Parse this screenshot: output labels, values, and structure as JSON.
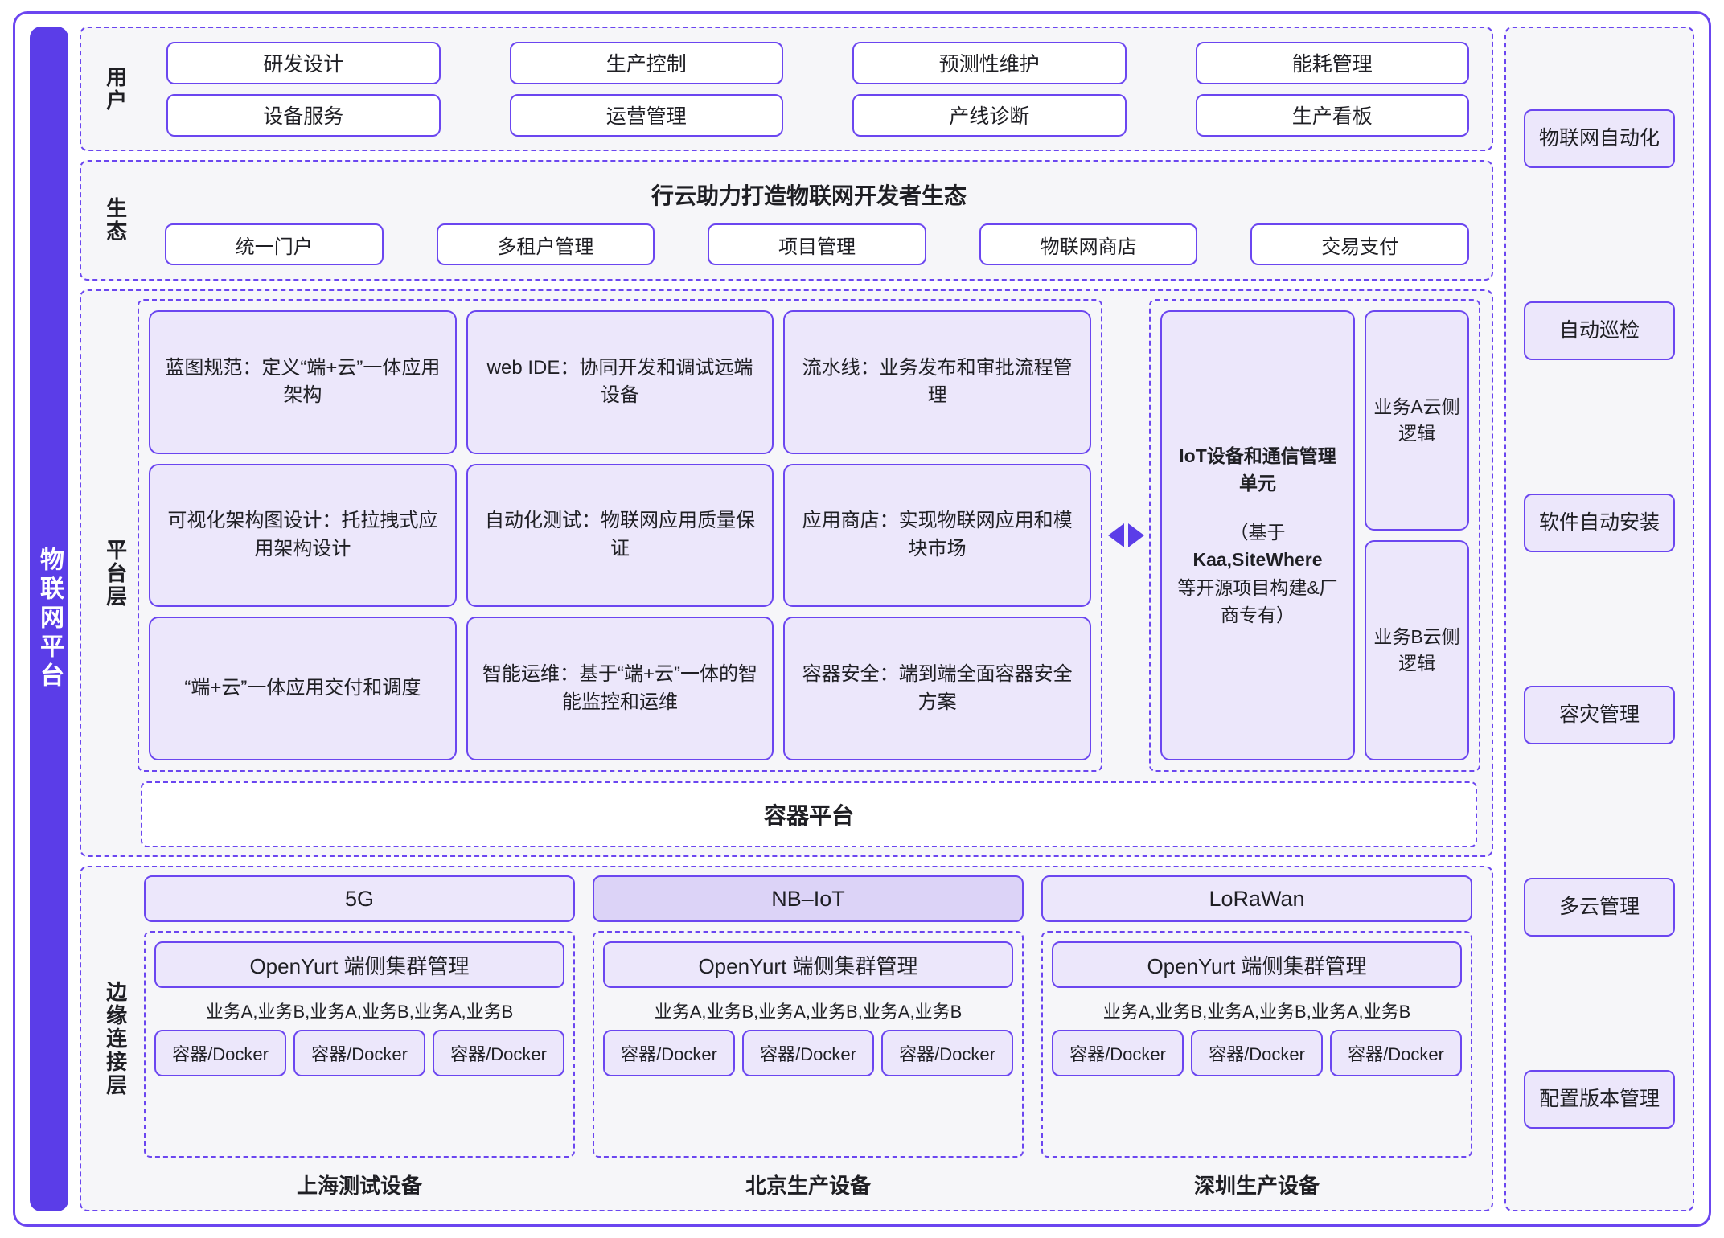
{
  "spine": {
    "label": "物联网平台"
  },
  "sections": {
    "user": {
      "label": "用户",
      "items": [
        "研发设计",
        "生产控制",
        "预测性维护",
        "能耗管理",
        "设备服务",
        "运营管理",
        "产线诊断",
        "生产看板"
      ]
    },
    "ecosystem": {
      "label": "生态",
      "title": "行云助力打造物联网开发者生态",
      "items": [
        "统一门户",
        "多租户管理",
        "项目管理",
        "物联网商店",
        "交易支付"
      ]
    },
    "platform": {
      "label": "平台层",
      "cards": [
        "蓝图规范：定义“端+云”一体应用架构",
        "web IDE：协同开发和调试远端设备",
        "流水线：业务发布和审批流程管理",
        "可视化架构图设计：托拉拽式应用架构设计",
        "自动化测试：物联网应用质量保证",
        "应用商店：实现物联网应用和模块市场",
        "“端+云”一体应用交付和调度",
        "智能运维：基于“端+云”一体的智能监控和运维",
        "容器安全：端到端全面容器安全方案"
      ],
      "iot_unit": {
        "title": "IoT设备和通信管理单元",
        "sub_prefix": "（基于",
        "sub_bold": "Kaa,SiteWhere",
        "sub_suffix": "等开源项目构建&厂商专有）"
      },
      "business": [
        "业务A云侧逻辑",
        "业务B云侧逻辑"
      ],
      "container_platform": "容器平台",
      "connector": "bidirectional-arrows"
    },
    "edge": {
      "label": "边缘连接层",
      "columns": [
        {
          "network": "5G",
          "network_highlight": false,
          "cluster": "OpenYurt 端侧集群管理",
          "business_line": "业务A,业务B,业务A,业务B,业务A,业务B",
          "containers": [
            "容器/Docker",
            "容器/Docker",
            "容器/Docker"
          ],
          "device_label": "上海测试设备"
        },
        {
          "network": "NB–IoT",
          "network_highlight": true,
          "cluster": "OpenYurt 端侧集群管理",
          "business_line": "业务A,业务B,业务A,业务B,业务A,业务B",
          "containers": [
            "容器/Docker",
            "容器/Docker",
            "容器/Docker"
          ],
          "device_label": "北京生产设备"
        },
        {
          "network": "LoRaWan",
          "network_highlight": false,
          "cluster": "OpenYurt 端侧集群管理",
          "business_line": "业务A,业务B,业务A,业务B,业务A,业务B",
          "containers": [
            "容器/Docker",
            "容器/Docker",
            "容器/Docker"
          ],
          "device_label": "深圳生产设备"
        }
      ]
    }
  },
  "rail": {
    "items": [
      "物联网自动化",
      "自动巡检",
      "软件自动安装",
      "容灾管理",
      "多云管理",
      "配置版本管理"
    ]
  },
  "colors": {
    "accent": "#5B3DE8",
    "border": "#6B46F0",
    "card_fill": "#ECE7FB",
    "card_fill_dark": "#DCD3F7",
    "panel_bg": "#F6F6F9"
  }
}
